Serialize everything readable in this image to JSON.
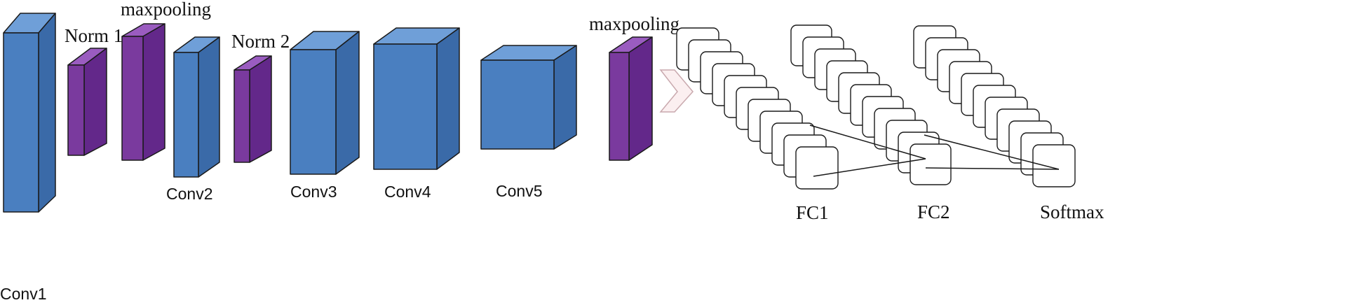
{
  "colors": {
    "conv_front": "#4a7fc0",
    "conv_side": "#3a6aa8",
    "conv_top": "#6f9fd8",
    "norm_front": "#7a3a9e",
    "norm_side": "#63288a",
    "norm_top": "#9a5cc0",
    "outline": "#1a1a1a",
    "fc_fill": "#ffffff",
    "arrow_fill": "#fbeff0",
    "arrow_stroke": "#c9a9ae"
  },
  "layers": [
    {
      "id": "conv1",
      "kind": "conv",
      "label": "Conv1"
    },
    {
      "id": "norm1",
      "kind": "norm",
      "label": "Norm 1"
    },
    {
      "id": "maxpool1",
      "kind": "norm",
      "label": "maxpooling"
    },
    {
      "id": "conv2",
      "kind": "conv",
      "label": "Conv2"
    },
    {
      "id": "norm2",
      "kind": "norm",
      "label": "Norm 2"
    },
    {
      "id": "conv3",
      "kind": "conv",
      "label": "Conv3"
    },
    {
      "id": "conv4",
      "kind": "conv",
      "label": "Conv4"
    },
    {
      "id": "conv5",
      "kind": "conv",
      "label": "Conv5"
    },
    {
      "id": "maxpool2",
      "kind": "norm",
      "label": "maxpooling"
    }
  ],
  "fc_layers": [
    {
      "id": "fc1",
      "label": "FC1"
    },
    {
      "id": "fc2",
      "label": "FC2"
    },
    {
      "id": "softmax",
      "label": "Softmax"
    }
  ]
}
